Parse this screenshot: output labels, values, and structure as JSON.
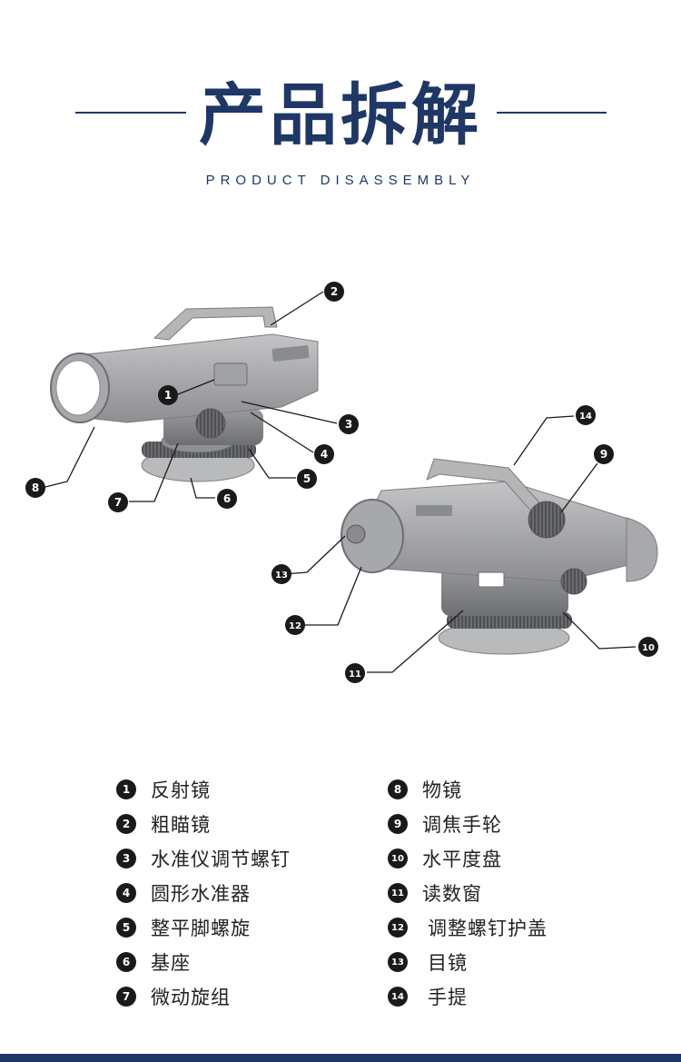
{
  "header": {
    "title": "产品拆解",
    "subtitle": "PRODUCT DISASSEMBLY"
  },
  "callouts": [
    "1",
    "2",
    "3",
    "4",
    "5",
    "6",
    "7",
    "8",
    "9",
    "10",
    "11",
    "12",
    "13",
    "14"
  ],
  "legend": {
    "items": [
      {
        "num": "1",
        "label": "反射镜"
      },
      {
        "num": "2",
        "label": "粗瞄镜"
      },
      {
        "num": "3",
        "label": "水准仪调节螺钉"
      },
      {
        "num": "4",
        "label": "圆形水准器"
      },
      {
        "num": "5",
        "label": "整平脚螺旋"
      },
      {
        "num": "6",
        "label": "基座"
      },
      {
        "num": "7",
        "label": "微动旋组"
      },
      {
        "num": "8",
        "label": "物镜"
      },
      {
        "num": "9",
        "label": "调焦手轮"
      },
      {
        "num": "10",
        "label": "水平度盘"
      },
      {
        "num": "11",
        "label": "读数窗"
      },
      {
        "num": "12",
        "label": "调整螺钉护盖"
      },
      {
        "num": "13",
        "label": "目镜"
      },
      {
        "num": "14",
        "label": "手提"
      }
    ]
  },
  "colors": {
    "brand": "#1f3766",
    "callout": "#1a1a1a",
    "device": "#9c9d9f"
  }
}
